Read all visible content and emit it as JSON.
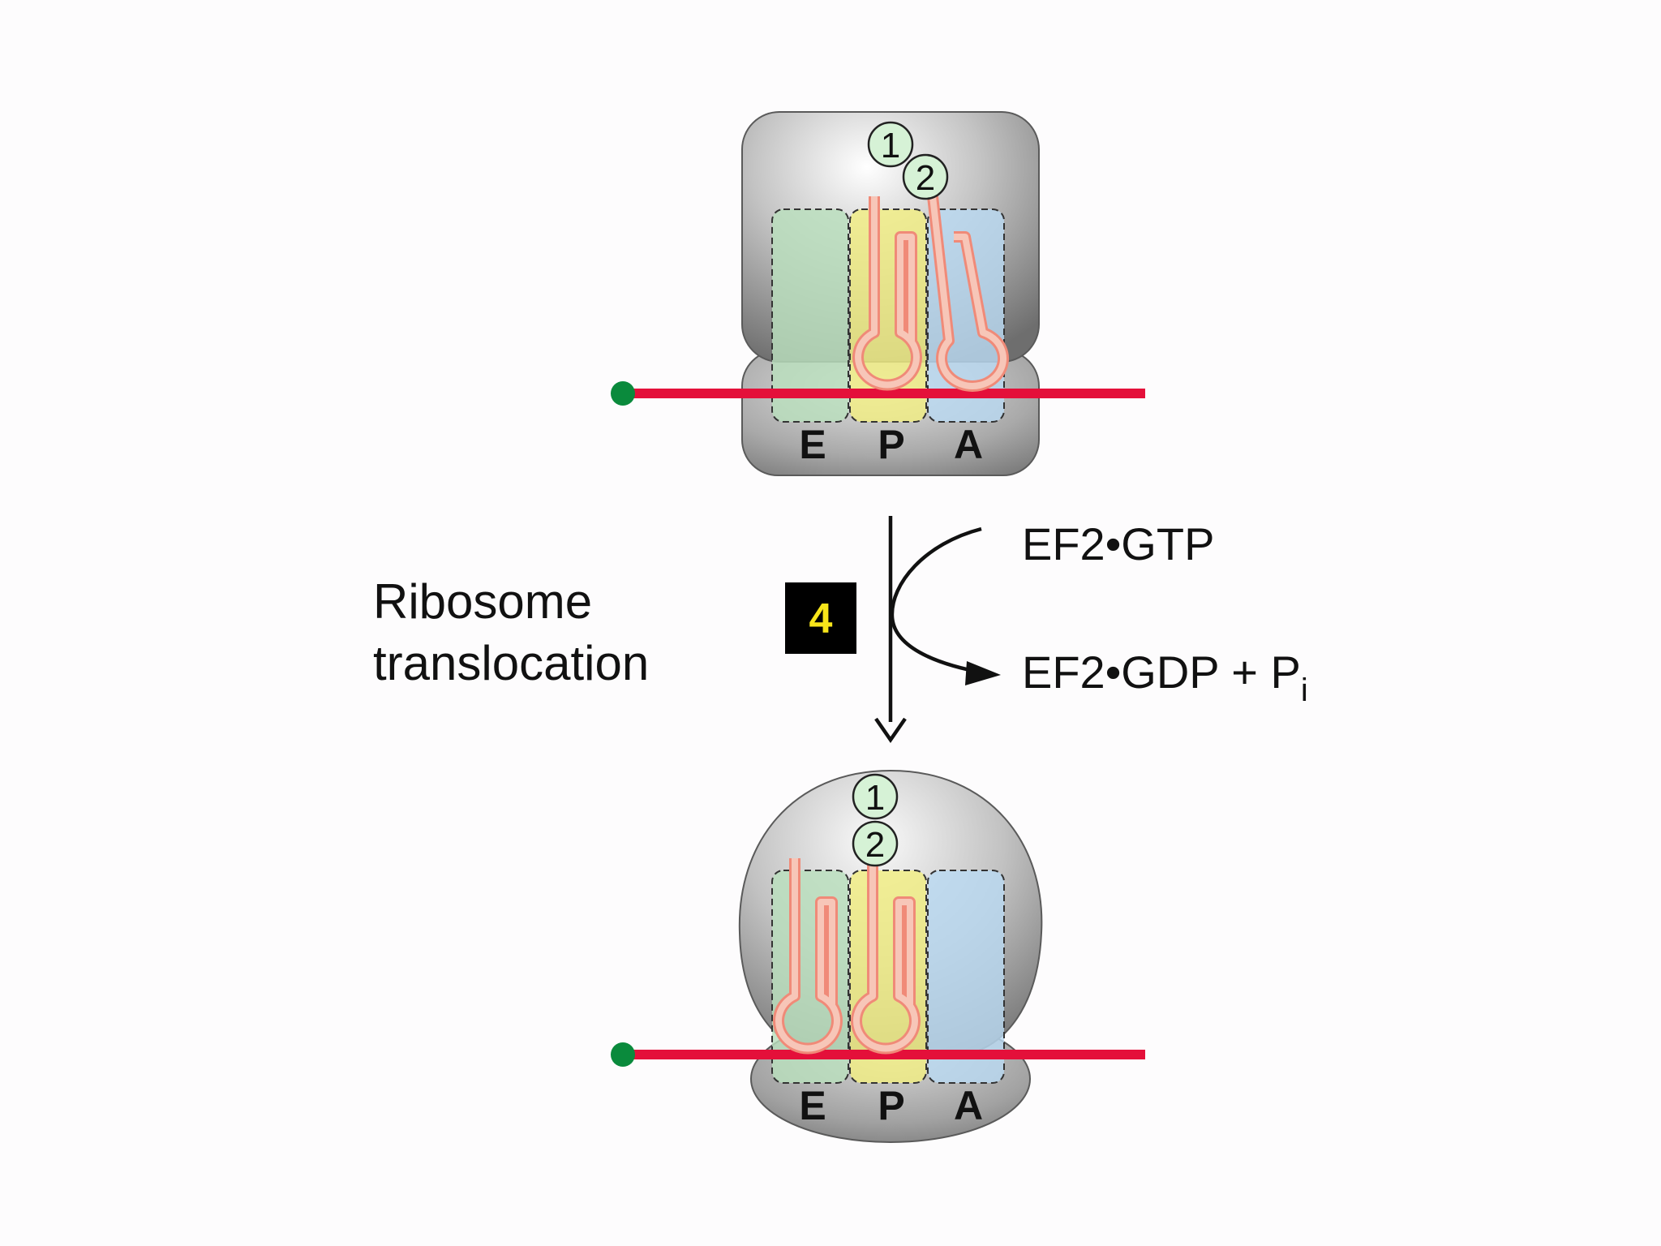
{
  "colors": {
    "background": "#fdfcfd",
    "ribosome_gray": "#8f8f8f",
    "mrna": "#e4103a",
    "mrna_cap": "#0a8a3c",
    "trna": "#f5b3a3",
    "trna_outline": "#f08a78",
    "site_e": "#b9dfbd",
    "site_p": "#f2ee82",
    "site_a": "#b9d9f2",
    "amino_acid": "#d6f2d6",
    "step_box": "#000000",
    "step_number": "#f7e51a"
  },
  "top_ribosome": {
    "sites": [
      "E",
      "P",
      "A"
    ],
    "amino_acids": [
      "1",
      "2"
    ]
  },
  "step": {
    "number": "4",
    "label_line1": "Ribosome",
    "label_line2": "translocation"
  },
  "reaction": {
    "input": "EF2•GTP",
    "output": "EF2•GDP + P",
    "output_subscript": "i"
  },
  "bottom_ribosome": {
    "sites": [
      "E",
      "P",
      "A"
    ],
    "amino_acids": [
      "1",
      "2"
    ]
  }
}
